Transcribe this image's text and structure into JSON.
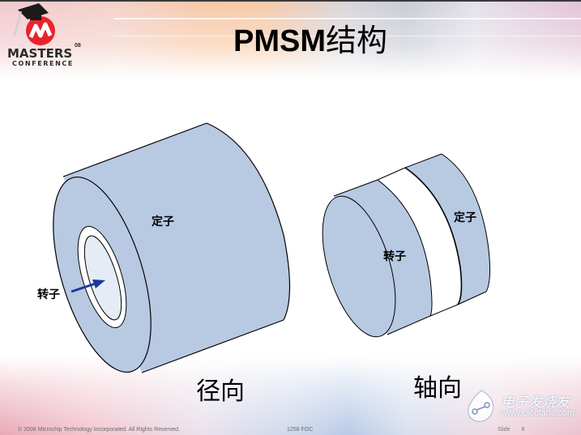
{
  "slide": {
    "title_latin": "PMSM",
    "title_cjk": "结构",
    "logo": {
      "name": "MASTERS",
      "year": "08",
      "sub": "CONFERENCE"
    },
    "colors": {
      "cylinder_fill": "#b8c9e2",
      "rotor_inner_fill": "#e6ecf6",
      "outline": "#000000",
      "arrow": "#1a3a9a"
    }
  },
  "radial": {
    "stator_label": "定子",
    "rotor_label": "转子",
    "caption": "径向"
  },
  "axial": {
    "rotor_label": "转子",
    "stator_label": "定子",
    "caption": "轴向"
  },
  "footer": {
    "copyright": "© 2008 Microchip Technology Incorporated. All Rights Reserved.",
    "code": "1258 FOC",
    "slide_label": "Slide",
    "slide_number": "8"
  },
  "watermark": {
    "cn": "电子发烧友",
    "url": "www.elecfans.com"
  }
}
